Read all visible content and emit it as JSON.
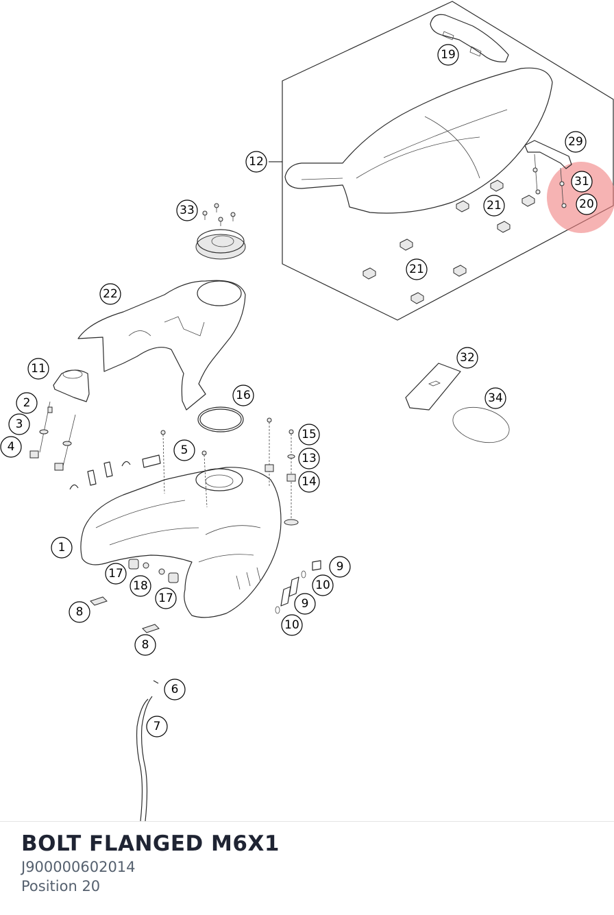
{
  "part": {
    "name": "BOLT FLANGED M6X1",
    "number": "J900000602014",
    "position": "Position 20"
  },
  "highlight": {
    "color": "#f08080",
    "label": "20"
  },
  "callouts": [
    {
      "label": "19"
    },
    {
      "label": "29"
    },
    {
      "label": "12"
    },
    {
      "label": "31"
    },
    {
      "label": "20"
    },
    {
      "label": "21"
    },
    {
      "label": "21"
    },
    {
      "label": "33"
    },
    {
      "label": "22"
    },
    {
      "label": "32"
    },
    {
      "label": "34"
    },
    {
      "label": "11"
    },
    {
      "label": "16"
    },
    {
      "label": "2"
    },
    {
      "label": "3"
    },
    {
      "label": "4"
    },
    {
      "label": "5"
    },
    {
      "label": "15"
    },
    {
      "label": "13"
    },
    {
      "label": "14"
    },
    {
      "label": "1"
    },
    {
      "label": "17"
    },
    {
      "label": "18"
    },
    {
      "label": "17"
    },
    {
      "label": "9"
    },
    {
      "label": "10"
    },
    {
      "label": "9"
    },
    {
      "label": "10"
    },
    {
      "label": "8"
    },
    {
      "label": "8"
    },
    {
      "label": "6"
    },
    {
      "label": "7"
    }
  ]
}
